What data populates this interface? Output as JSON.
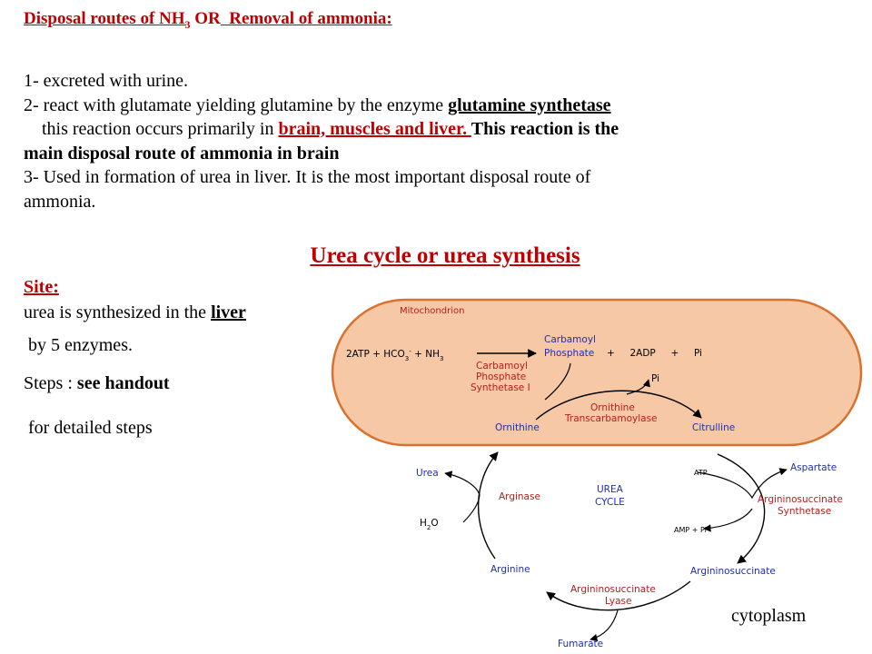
{
  "heading": {
    "part1": "Disposal routes of NH",
    "sub": "3",
    "part2": " OR",
    "part3": "  Removal of ammonia:"
  },
  "routes": {
    "line1": "1- excreted with urine.",
    "line2_text": "2- react with glutamate yielding glutamine by the enzyme ",
    "line2_enzyme": "glutamine synthetase",
    "line3_text": "    this reaction occurs primarily in ",
    "line3_sites": "brain, muscles and liver. ",
    "line3_bold": "This reaction is the",
    "line4_bold": "main disposal route of ammonia in brain",
    "line5": "3- Used in formation of urea in liver. It is the most important disposal route of",
    "line6": "ammonia."
  },
  "urea_title": "Urea cycle or urea synthesis",
  "site": {
    "label": "Site:",
    "line1_text": "urea is synthesized in the ",
    "line1_organ": "liver",
    "line2": " by 5 enzymes.",
    "steps_text": "Steps : ",
    "steps_bold": "see handout",
    "detail": " for detailed steps"
  },
  "diagram": {
    "mitochondrion": "Mitochondrion",
    "reactants": "2ATP  +  HCO",
    "reactants_sub": "3",
    "reactants_sup": "-",
    "reactants_tail": "  +  NH",
    "reactants_tail_sub": "3",
    "carbamoyl_phosphate_1": "Carbamoyl",
    "carbamoyl_phosphate_2": "Phosphate",
    "products": "+     2ADP     +     Pi",
    "cps_1": "Carbamoyl",
    "cps_2": "Phosphate",
    "cps_3": "Synthetase I",
    "pi": "Pi",
    "otc_1": "Ornithine",
    "otc_2": "Transcarbamoylase",
    "ornithine": "Ornithine",
    "citrulline": "Citrulline",
    "cycle_1": "UREA",
    "cycle_2": "CYCLE",
    "urea": "Urea",
    "arginase": "Arginase",
    "h2o": "H",
    "h2o_sub": "2",
    "h2o_tail": "O",
    "atp": "ATP",
    "aspartate": "Aspartate",
    "ass_1": "Argininosuccinate",
    "ass_2": "Synthetase",
    "amp": "AMP + Pi",
    "arginine": "Arginine",
    "argininosuccinate": "Argininosuccinate",
    "asl_1": "Argininosuccinate",
    "asl_2": "Lyase",
    "fumarate": "Fumarate"
  },
  "cytoplasm": "cytoplasm",
  "colors": {
    "accent_red": "#c00000",
    "mito_fill": "#f6c8a6",
    "mito_stroke": "#d9722f",
    "diagram_blue": "#1e2fb0",
    "diagram_red": "#b5201d"
  }
}
